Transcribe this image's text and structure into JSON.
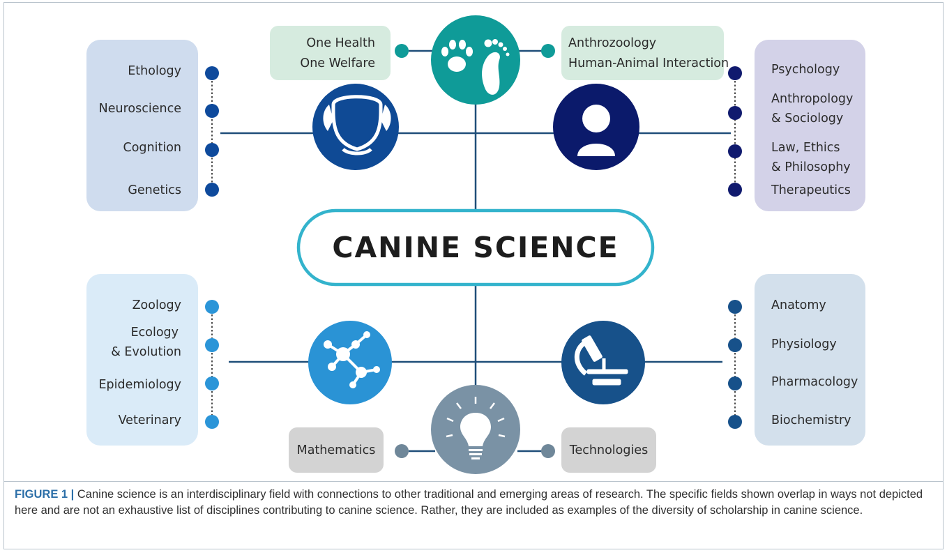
{
  "diagram": {
    "center_label": "CANINE SCIENCE",
    "top_left_box": [
      "One Health",
      "One Welfare"
    ],
    "top_right_box": [
      "Anthrozoology",
      "Human-Animal Interaction"
    ],
    "upper_left_panel": [
      "Ethology",
      "Neuroscience",
      "Cognition",
      "Genetics"
    ],
    "upper_right_panel": [
      "Psychology",
      "Anthropology",
      "& Sociology",
      "Law, Ethics",
      "& Philosophy",
      "Therapeutics"
    ],
    "lower_left_panel": [
      "Zoology",
      "Ecology",
      "& Evolution",
      "Epidemiology",
      "Veterinary"
    ],
    "lower_right_panel": [
      "Anatomy",
      "Physiology",
      "Pharmacology",
      "Biochemistry"
    ],
    "bottom_left_box": "Mathematics",
    "bottom_right_box": "Technologies",
    "icons": [
      "paw-and-footprint-icon",
      "dog-head-icon",
      "person-icon",
      "molecule-icon",
      "microscope-icon",
      "lightbulb-icon"
    ],
    "colors": {
      "teal": "#0f9b98",
      "dog_blue": "#0f4a95",
      "navy": "#0b1a6b",
      "light_blue": "#2a93d5",
      "steel_blue": "#17518a",
      "gray_blue": "#7a92a5",
      "line": "#1f4e79",
      "ellipse_border": "#33b3cc"
    }
  },
  "caption": {
    "label": "FIGURE 1 |",
    "text": "Canine science is an interdisciplinary field with connections to other traditional and emerging areas of research. The specific fields shown overlap in ways not depicted here and are not an exhaustive list of disciplines contributing to canine science. Rather, they are included as examples of the diversity of scholarship in canine science."
  }
}
